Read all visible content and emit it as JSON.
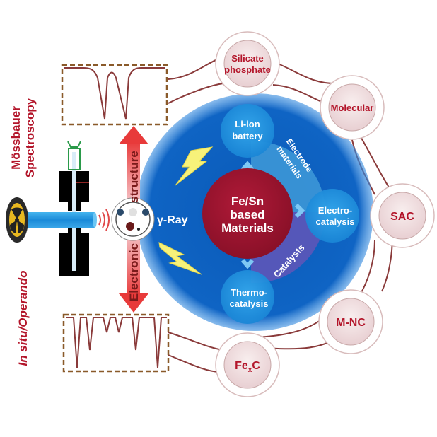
{
  "left_labels": {
    "mossbauer_line1": "Mössbauer",
    "mossbauer_line2": "Spectroscopy",
    "insitu_italic": "In situ",
    "insitu_rest": "/Operando"
  },
  "arrow": {
    "top_text": "structure",
    "bottom_text": "Electronic"
  },
  "gamma_label": "γ-Ray",
  "center": {
    "line1": "Fe/Sn",
    "line2": "based",
    "line3": "Materials"
  },
  "applications": {
    "liion_line1": "Li-ion",
    "liion_line2": "battery",
    "electro_line1": "Electro-",
    "electro_line2": "catalysis",
    "thermo_line1": "Thermo-",
    "thermo_line2": "catalysis"
  },
  "arcs": {
    "electrode_line1": "Electrode",
    "electrode_line2": "materials",
    "catalysts": "Catalysts"
  },
  "material_nodes": [
    {
      "line1": "Silicate",
      "line2": "phosphate"
    },
    {
      "line1": "Molecular",
      "line2": ""
    },
    {
      "line1": "SAC",
      "line2": ""
    },
    {
      "line1": "M-NC",
      "line2": ""
    },
    {
      "main": "Fe",
      "sub": "x",
      "tail": "C"
    }
  ],
  "colors": {
    "dark_red_text": "#b3152a",
    "center_red": "#9e1530",
    "outer_blue": "#0c5cb8",
    "light_blue": "#2a9be0",
    "purple_arc": "#5a56b8",
    "curve": "#8a3a3a",
    "dashed_box": "#8a5a2a",
    "bolt_yellow": "#f7f27a"
  }
}
